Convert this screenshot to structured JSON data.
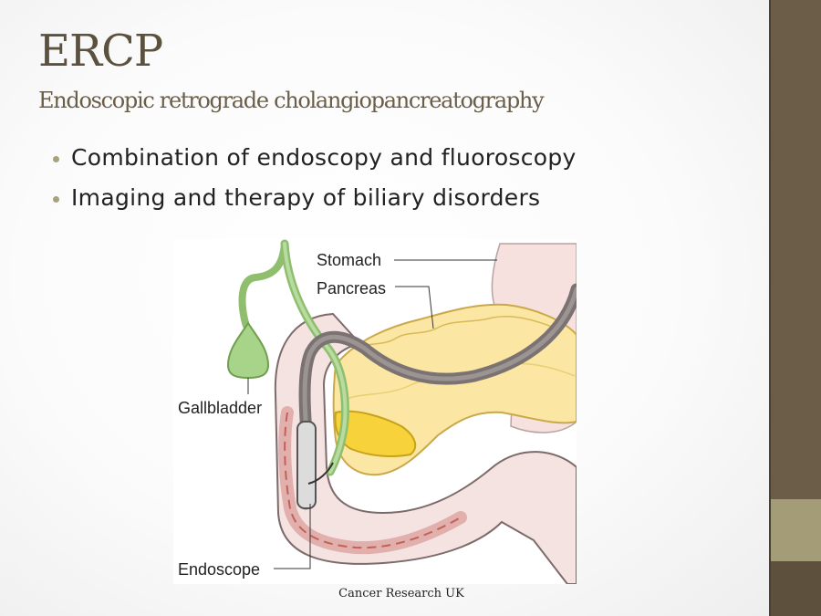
{
  "slide": {
    "title": "ERCP",
    "subtitle": "Endoscopic retrograde cholangiopancreatography",
    "bullets": [
      "Combination of endoscopy and fluoroscopy",
      "Imaging and therapy of biliary disorders"
    ],
    "caption": "Cancer Research UK"
  },
  "figure": {
    "labels": {
      "stomach": "Stomach",
      "pancreas": "Pancreas",
      "gallbladder": "Gallbladder",
      "endoscope": "Endoscope"
    }
  },
  "theme": {
    "sidebar_color": "#6b5d47",
    "sidebar_accent": "#a39c76",
    "title_color": "#5b513e",
    "bullet_color": "#a8a27a"
  }
}
